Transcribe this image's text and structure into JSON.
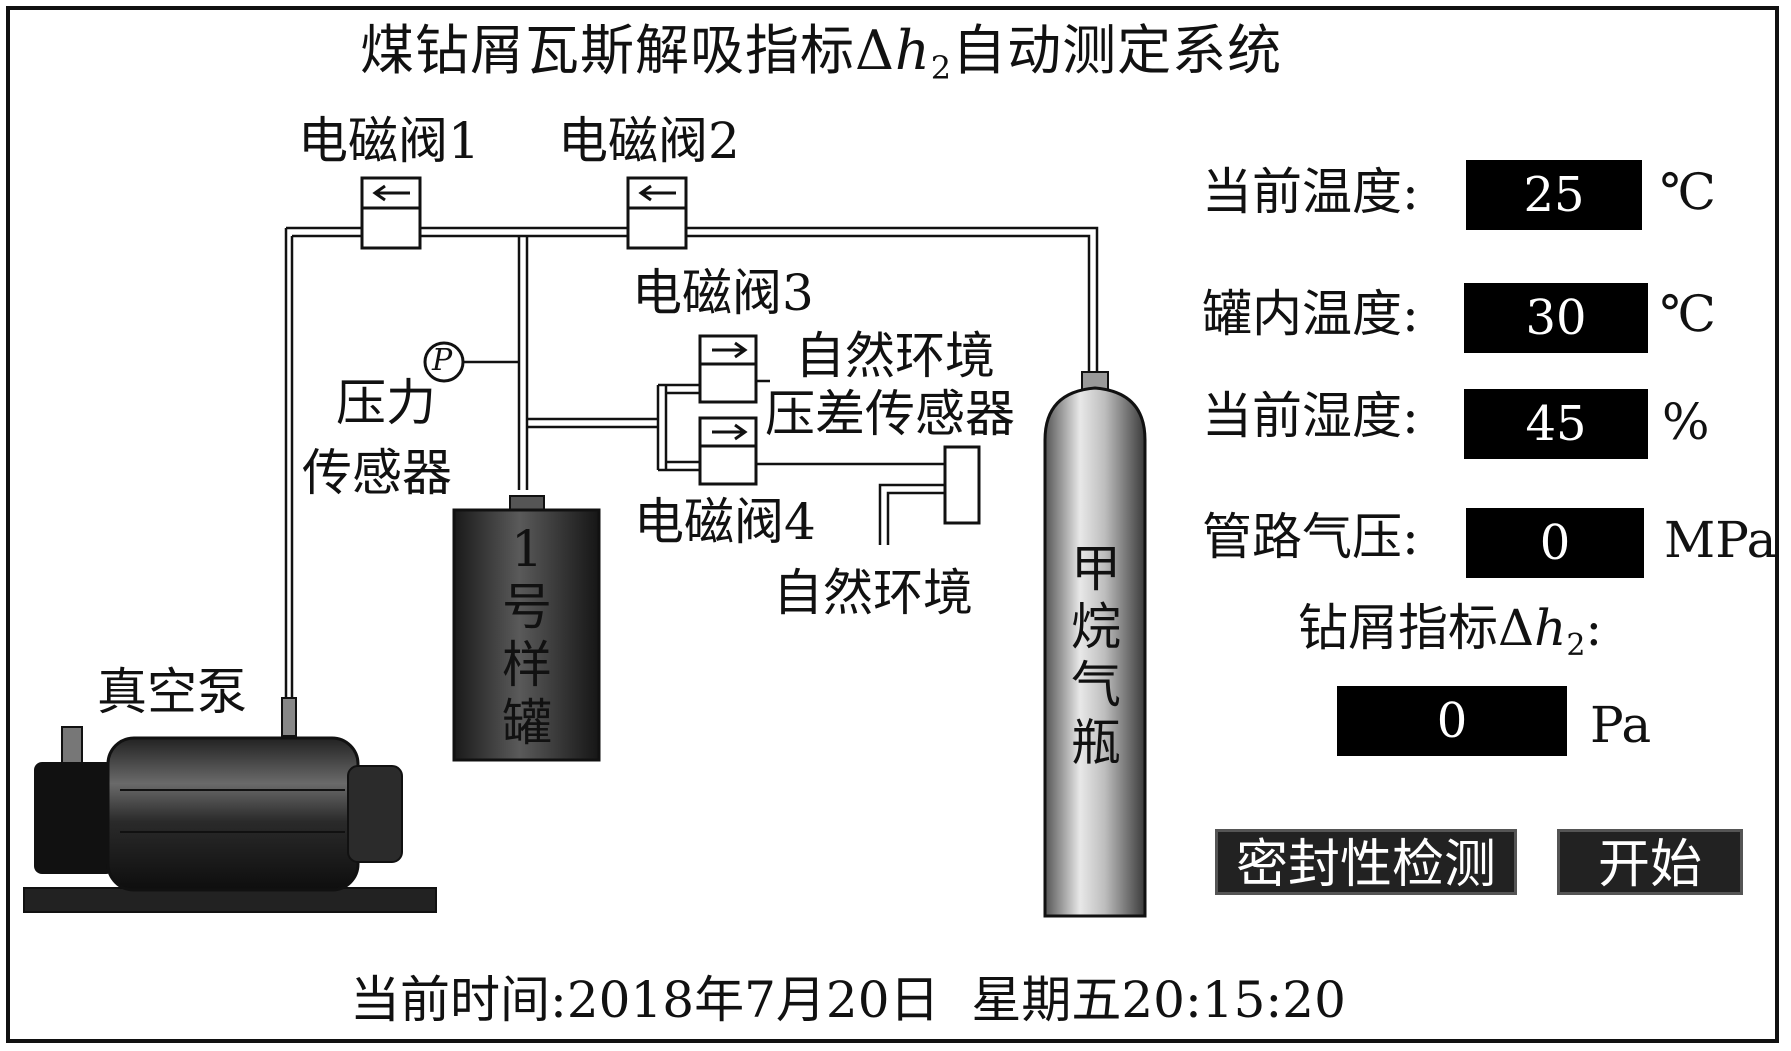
{
  "title": {
    "prefix": "煤钻屑瓦斯解吸指标Δ",
    "var": "h",
    "sub": "2",
    "suffix": "自动测定系统"
  },
  "valves": {
    "v1": "电磁阀1",
    "v2": "电磁阀2",
    "v3": "电磁阀3",
    "v4": "电磁阀4"
  },
  "pressure_sensor": {
    "symbol": "P",
    "line1": "压力",
    "line2": "传感器"
  },
  "diff_sensor_label": "压差传感器",
  "environment_label": "自然环境",
  "vacuum_pump_label": "真空泵",
  "sample_tank_label": "1号样罐",
  "methane_cylinder_label": "甲烷气瓶",
  "readings": [
    {
      "label": "当前温度:",
      "value": "25",
      "unit": "℃"
    },
    {
      "label": "罐内温度:",
      "value": "30",
      "unit": "℃"
    },
    {
      "label": "当前湿度:",
      "value": "45",
      "unit": "%"
    },
    {
      "label": "管路气压:",
      "value": "0",
      "unit": "MPa"
    }
  ],
  "index": {
    "label_prefix": "钻屑指标Δ",
    "var": "h",
    "sub": "2",
    "label_suffix": ":",
    "value": "0",
    "unit": "Pa"
  },
  "buttons": {
    "seal_test": "密封性检测",
    "start": "开始"
  },
  "status": {
    "label": "当前时间:",
    "datetime": "2018年7月20日  星期五20:15:20"
  }
}
